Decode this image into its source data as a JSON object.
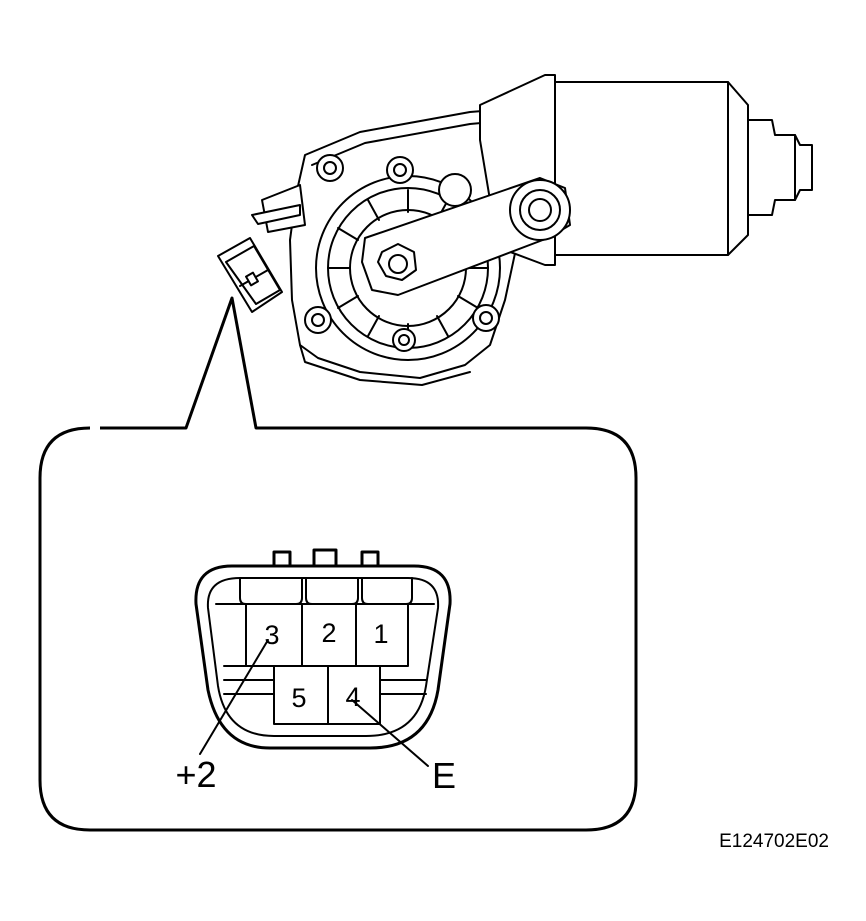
{
  "diagram": {
    "code": "E124702E02",
    "pins": [
      {
        "number": "1"
      },
      {
        "number": "2"
      },
      {
        "number": "3"
      },
      {
        "number": "4"
      },
      {
        "number": "5"
      }
    ],
    "callouts": {
      "plus2": "+2",
      "ground": "E"
    }
  }
}
